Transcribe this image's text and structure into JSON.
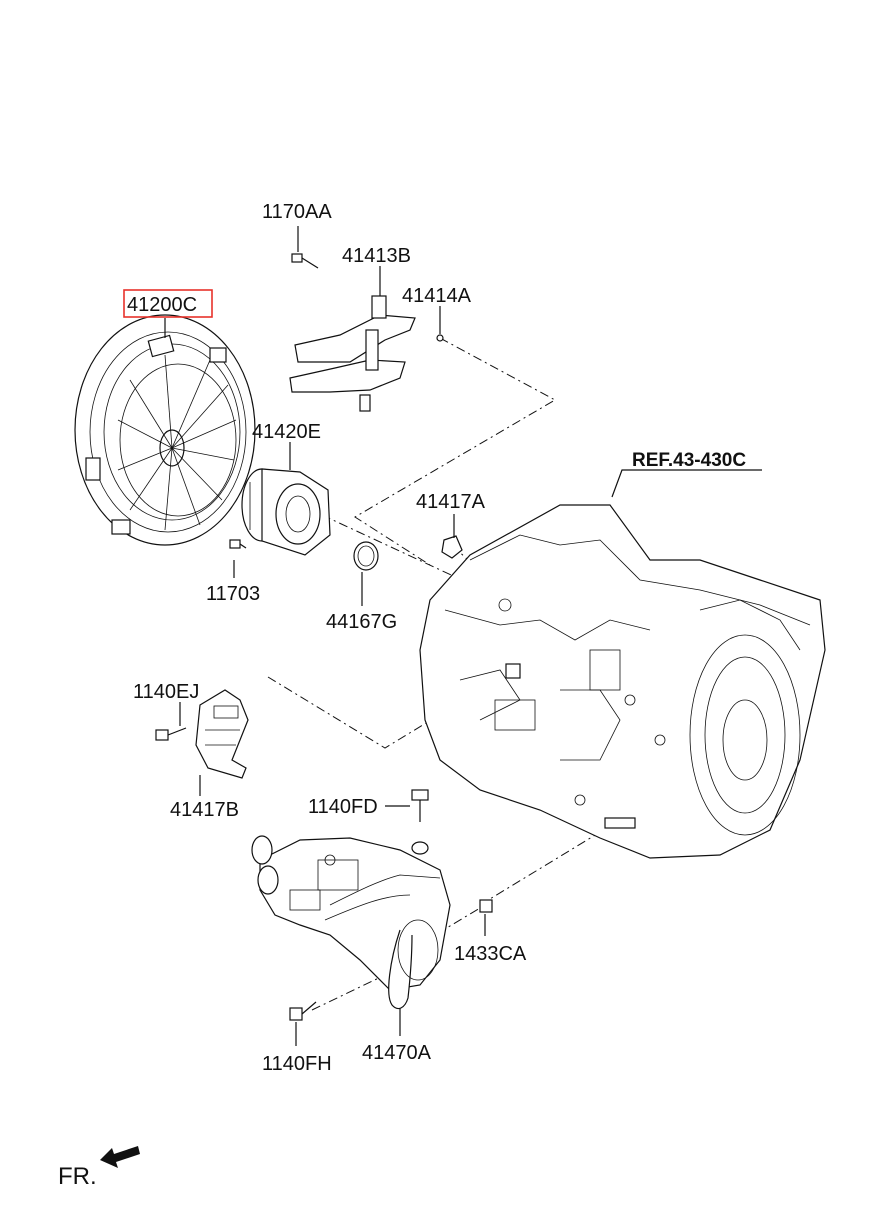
{
  "labels": {
    "p1170AA": "1170AA",
    "p41413B": "41413B",
    "p41414A": "41414A",
    "p41200C": "41200C",
    "p41420E": "41420E",
    "ref": "REF.43-430C",
    "p41417A": "41417A",
    "p11703": "11703",
    "p44167G": "44167G",
    "p1140EJ": "1140EJ",
    "p41417B": "41417B",
    "p1140FD": "1140FD",
    "p1433CA": "1433CA",
    "p1140FH": "1140FH",
    "p41470A": "41470A",
    "fr": "FR."
  },
  "highlight": {
    "part": "41200C",
    "color": "#e8322b"
  }
}
